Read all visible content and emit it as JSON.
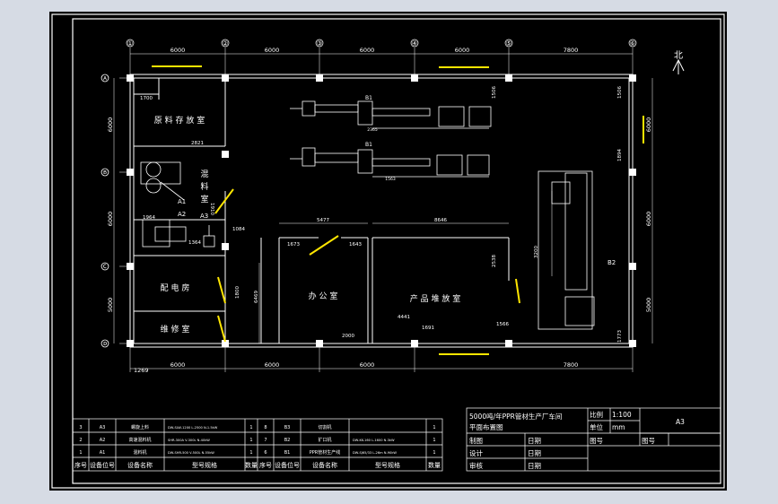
{
  "north": {
    "label": "北"
  },
  "axes": {
    "columns": [
      "①",
      "②",
      "③",
      "④",
      "⑤",
      "⑥"
    ],
    "rows": [
      "Ⓐ",
      "Ⓑ",
      "Ⓒ",
      "Ⓓ"
    ]
  },
  "dimensions": {
    "top_spans": [
      "6000",
      "6000",
      "6000",
      "6000",
      "7800"
    ],
    "bottom_spans": [
      "6000",
      "6000",
      "6000",
      "7800"
    ],
    "left_spans": [
      "6000",
      "6000",
      "5000"
    ],
    "right_spans": [
      "6000",
      "6000",
      "5000"
    ],
    "interior": {
      "d1700": "1700",
      "d2821": "2821",
      "d1964": "1964",
      "d1910": "1910",
      "d1084": "1084",
      "d1800": "1800",
      "d5477": "5477",
      "d8646": "8646",
      "d1673": "1673",
      "d1643": "1643",
      "d6469": "6469",
      "d2538": "2538",
      "d4441": "4441",
      "d1691": "1691",
      "d2000": "2000",
      "d1566": "1566",
      "d3200": "3200",
      "d1506a": "1506",
      "d1506b": "1506",
      "d1894": "1894",
      "d1773": "1773",
      "d1269": "1269",
      "d1364": "1364",
      "d1563": "1563",
      "d2365": "2365"
    }
  },
  "rooms": {
    "raw_storage": "原 料 存 放 室",
    "mixing": [
      "混",
      "料",
      "室"
    ],
    "power": "配 电 房",
    "repair": "维 修 室",
    "office": "办 公 室",
    "product_storage": "产 品 堆 放 室"
  },
  "equipment_labels": {
    "a1": "A1",
    "a2": "A2",
    "a3": "A3",
    "b1": "B1",
    "b1b": "B1",
    "b2": "B2"
  },
  "title_block": {
    "title_line1": "5000吨/年PPR管材生产厂车间",
    "title_line2": "平面布置图",
    "scale_label": "比例",
    "scale_value": "1:100",
    "unit_label": "单位",
    "unit_value": "mm",
    "sheet_size": "A3",
    "drawn_label": "制图",
    "designed_label": "设计",
    "checked_label": "审核",
    "date_label": "日期",
    "figure_no_label": "图号",
    "drawing_code_label": "图号"
  },
  "equipment_table": {
    "header": {
      "seq": "序号",
      "code": "设备位号",
      "name": "设备名称",
      "spec": "型号规格",
      "qty": "数量"
    },
    "left_rows": [
      {
        "seq": "3",
        "code": "A3",
        "name": "螺旋上料",
        "spec": "DW-SLW-1200 L-2500 N-1.5kW",
        "qty": "1"
      },
      {
        "seq": "2",
        "code": "A2",
        "name": "高速混料机",
        "spec": "SHR-300A V-300L N-40kW",
        "qty": "1"
      },
      {
        "seq": "1",
        "code": "A1",
        "name": "混料机",
        "spec": "DW-SHR-500 V-500L N-55kW",
        "qty": "1"
      }
    ],
    "right_rows": [
      {
        "seq": "8",
        "code": "B3",
        "name": "切割机",
        "spec": "",
        "qty": "1"
      },
      {
        "seq": "7",
        "code": "B2",
        "name": "扩口机",
        "spec": "DW-KK-160 L-1600 N-3kW",
        "qty": "1"
      },
      {
        "seq": "6",
        "code": "B1",
        "name": "PPR管材生产线",
        "spec": "DW-SJ65/33 L-26m N-90kW",
        "qty": "1"
      }
    ]
  }
}
